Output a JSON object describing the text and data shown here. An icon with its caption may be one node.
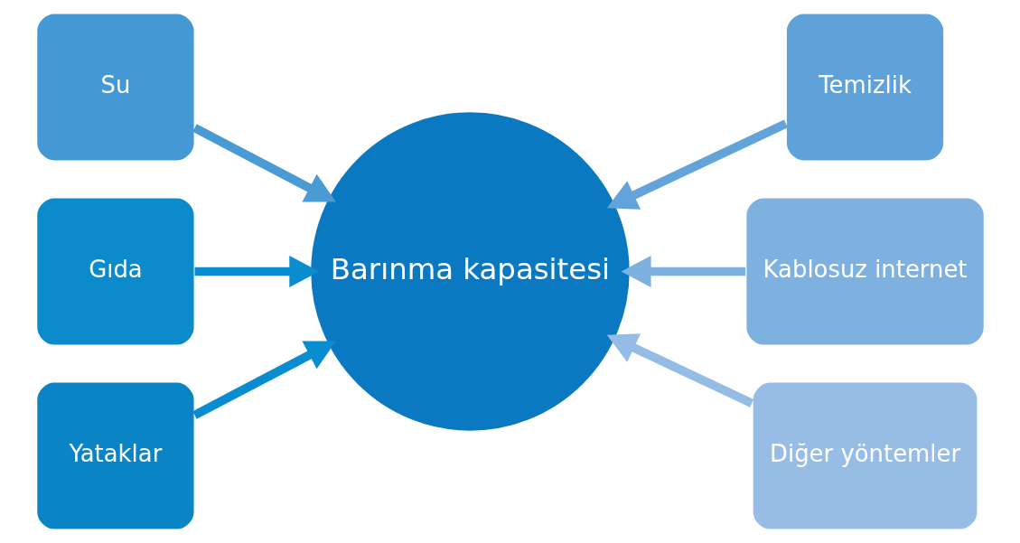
{
  "diagram": {
    "nodes": [
      {
        "text": [
          "Su"
        ]
      },
      {
        "text": [
          "Temizlik"
        ]
      },
      {
        "text": [
          "Gıda"
        ]
      },
      {
        "text": [
          "Kablosuz internet"
        ]
      },
      {
        "text": [
          "Yataklar"
        ]
      },
      {
        "text": [
          "Barınma kapasitesi"
        ]
      },
      {
        "text": [
          "Diğer yöntemler"
        ]
      }
    ],
    "edges": [
      {
        "from": 0,
        "to": 5,
        "arrow": "to",
        "color": "#4a9ad4"
      },
      {
        "from": 1,
        "to": 5,
        "arrow": "to",
        "color": "#62a3da"
      },
      {
        "from": 2,
        "to": 5,
        "arrow": "to",
        "color": "#0a8dd0"
      },
      {
        "from": 3,
        "to": 5,
        "arrow": "to",
        "color": "#7cb0df"
      },
      {
        "from": 4,
        "to": 5,
        "arrow": "to",
        "color": "#0a8dd0"
      },
      {
        "from": 6,
        "to": 5,
        "arrow": "to",
        "color": "#95bce5"
      }
    ]
  }
}
